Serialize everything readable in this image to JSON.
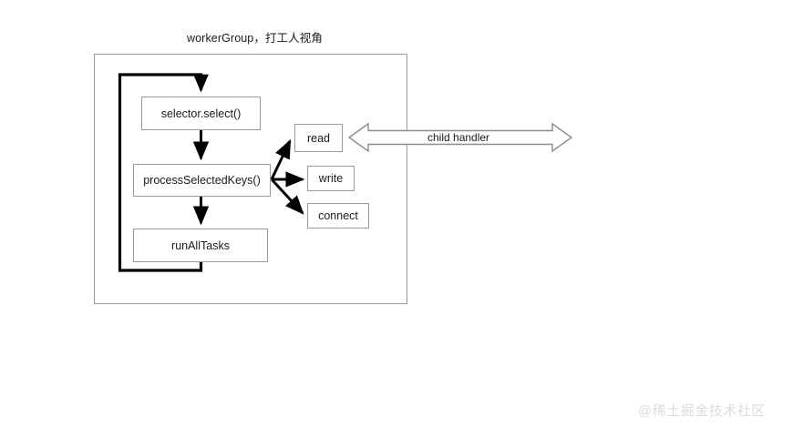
{
  "diagram": {
    "title": "workerGroup，打工人视角",
    "container_name": "workerGroup",
    "boxes": {
      "selector_select": "selector.select()",
      "process_selected_keys": "processSelectedKeys()",
      "run_all_tasks": "runAllTasks",
      "read": "read",
      "write": "write",
      "connect": "connect"
    },
    "labels": {
      "child_handler": "child handler"
    },
    "colors": {
      "box_border": "#9a9a9a",
      "flow_arrow": "#000000",
      "outline_arrow": "#8c8c8c",
      "text": "#1a1a1a",
      "background": "#ffffff",
      "watermark": "#dcdcdc"
    }
  },
  "watermark": {
    "text": "@稀土掘金技术社区"
  }
}
